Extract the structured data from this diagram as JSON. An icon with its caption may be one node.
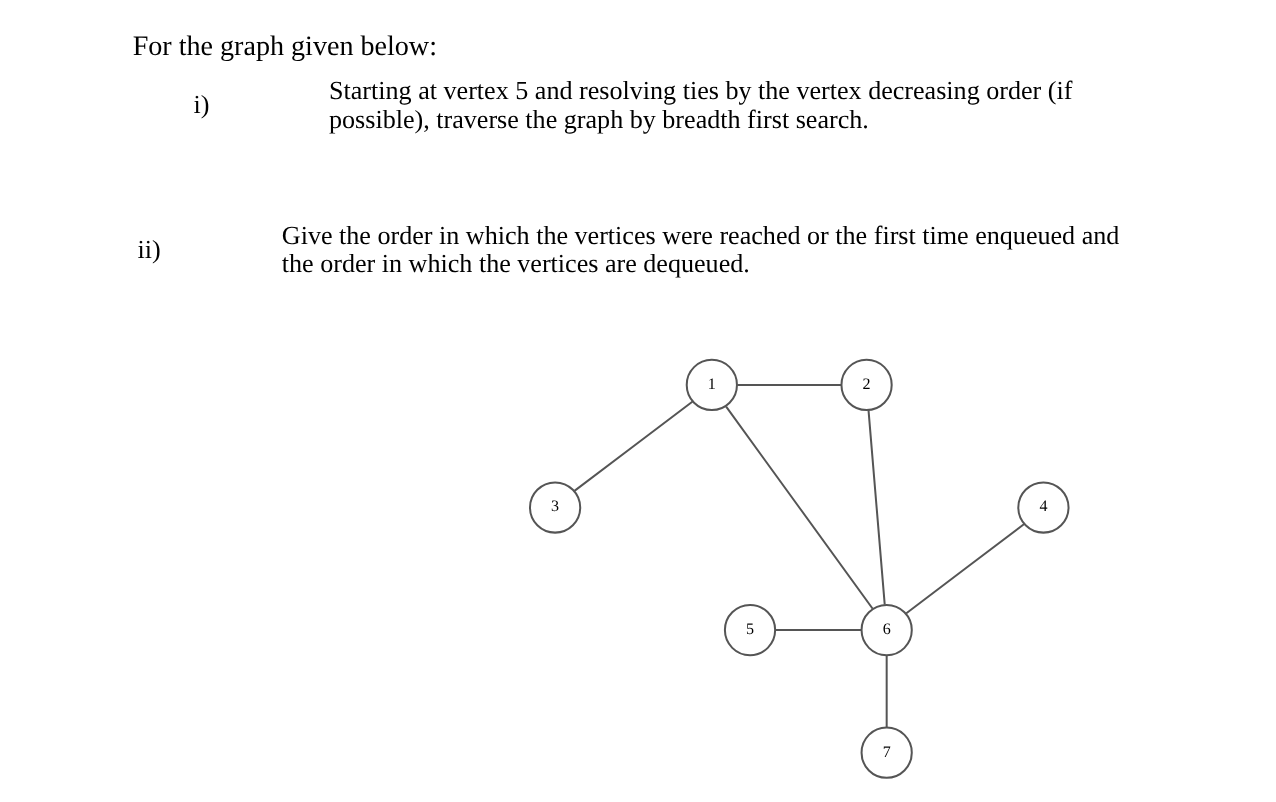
{
  "diagram": {
    "title": "For the graph given below:",
    "nodes": [
      {
        "text": [
          "1"
        ]
      },
      {
        "text": [
          "2"
        ]
      },
      {
        "text": [
          "3"
        ]
      },
      {
        "text": [
          "4"
        ]
      },
      {
        "text": [
          "5"
        ]
      },
      {
        "text": [
          "6"
        ]
      },
      {
        "text": [
          "7"
        ]
      }
    ],
    "edges": [
      {
        "from": 0,
        "to": 1,
        "arrow": "none"
      },
      {
        "from": 0,
        "to": 2,
        "arrow": "none"
      },
      {
        "from": 0,
        "to": 5,
        "arrow": "none"
      },
      {
        "from": 1,
        "to": 5,
        "arrow": "none"
      },
      {
        "from": 3,
        "to": 5,
        "arrow": "none"
      },
      {
        "from": 4,
        "to": 5,
        "arrow": "none"
      },
      {
        "from": 5,
        "to": 6,
        "arrow": "none"
      }
    ],
    "labels": [
      "i)",
      "Starting at vertex 5 and resolving ties by the vertex decreasing order (if possible), traverse the graph by breadth first search.",
      "ii)",
      "Give the order in which the vertices were reached or the first time enqueued and the order in which the vertices are dequeued."
    ]
  }
}
